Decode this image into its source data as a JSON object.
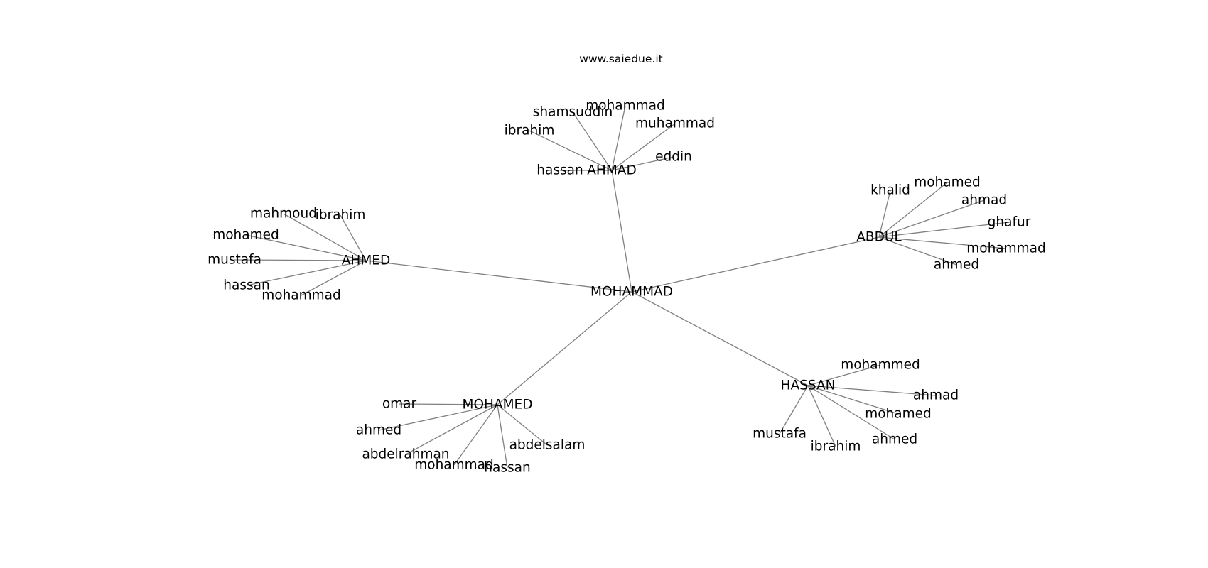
{
  "title": "www.saiedue.it",
  "colors": {
    "edge": "#808080",
    "text": "#000000",
    "background": "#ffffff"
  },
  "graph": {
    "root": {
      "id": "root",
      "label": "MOHAMMAD"
    },
    "hubs": [
      {
        "id": "ahmad",
        "label": "AHMAD",
        "leaves": [
          "hassan",
          "ibrahim",
          "shamsuddin",
          "mohammad",
          "muhammad",
          "eddin"
        ]
      },
      {
        "id": "ahmed",
        "label": "AHMED",
        "leaves": [
          "mahmoud",
          "ibrahim",
          "mohamed",
          "mustafa",
          "hassan",
          "mohammad"
        ]
      },
      {
        "id": "abdul",
        "label": "ABDUL",
        "leaves": [
          "khalid",
          "mohamed",
          "ahmad",
          "ghafur",
          "mohammad",
          "ahmed"
        ]
      },
      {
        "id": "mohamed",
        "label": "MOHAMED",
        "leaves": [
          "omar",
          "ahmed",
          "abdelrahman",
          "mohammad",
          "hassan",
          "abdelsalam"
        ]
      },
      {
        "id": "hassan",
        "label": "HASSAN",
        "leaves": [
          "mohammed",
          "ahmad",
          "mohamed",
          "ahmed",
          "ibrahim",
          "mustafa"
        ]
      }
    ]
  }
}
